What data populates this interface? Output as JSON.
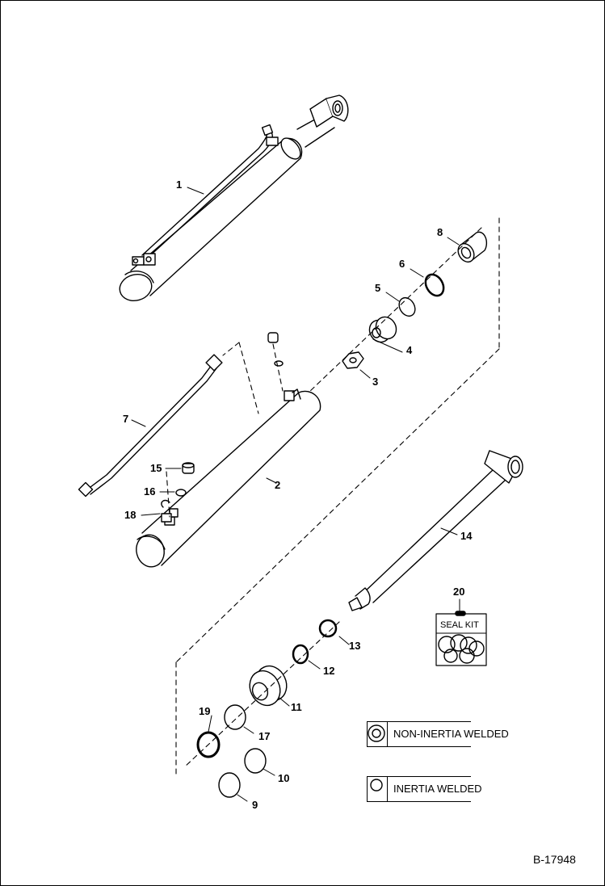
{
  "callouts": {
    "c1": "1",
    "c2": "2",
    "c3": "3",
    "c4": "4",
    "c5": "5",
    "c6": "6",
    "c7": "7",
    "c8": "8",
    "c9": "9",
    "c10": "10",
    "c11": "11",
    "c12": "12",
    "c13": "13",
    "c14": "14",
    "c15": "15",
    "c16": "16",
    "c17": "17",
    "c18": "18",
    "c19": "19",
    "c20": "20"
  },
  "seal_kit_label": "SEAL KIT",
  "legend": {
    "non_inertia": "NON-INERTIA WELDED",
    "inertia": "INERTIA WELDED"
  },
  "document_number": "B-17948"
}
